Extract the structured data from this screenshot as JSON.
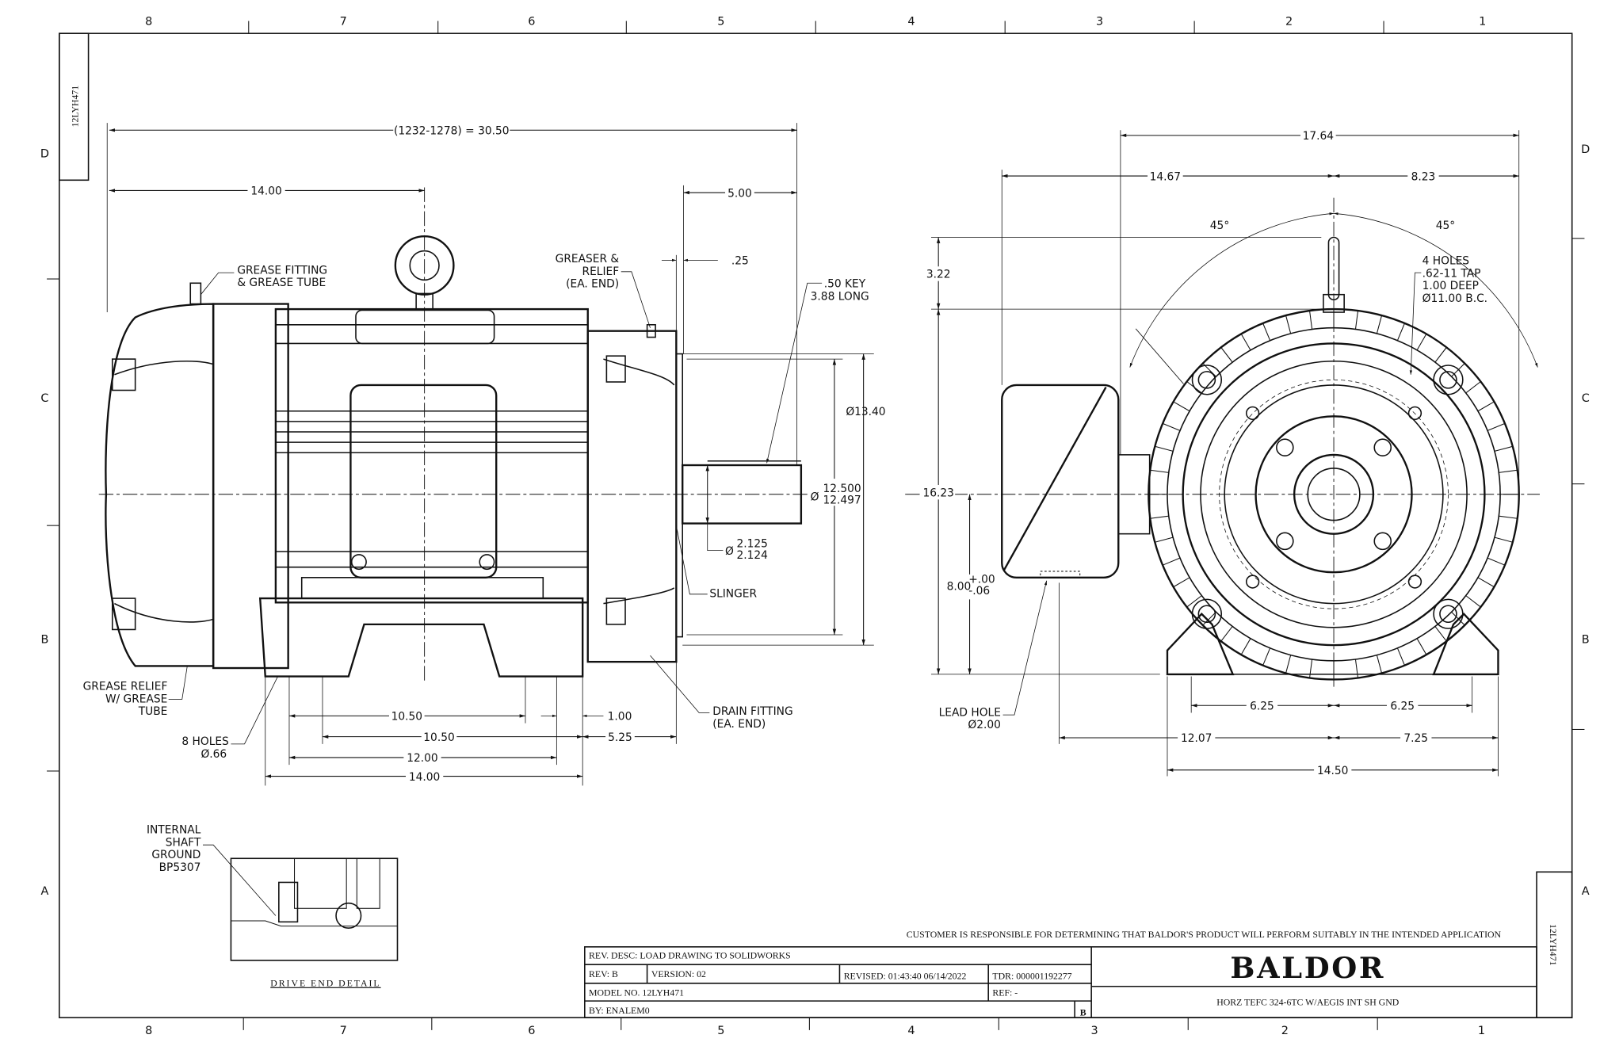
{
  "sheet": {
    "drawing_number": "12LYH471",
    "zones_top": [
      "8",
      "7",
      "6",
      "5",
      "4",
      "3",
      "2",
      "1"
    ],
    "zones_side": [
      "D",
      "C",
      "B",
      "A"
    ]
  },
  "side_view": {
    "overall_length": "(1232-1278) = 30.50",
    "dim_14_top": "14.00",
    "dim_5": "5.00",
    "dim_025": ".25",
    "key": [
      ".50 KEY",
      "3.88 LONG"
    ],
    "grease_fitting": [
      "GREASE FITTING",
      "& GREASE TUBE"
    ],
    "greaser": [
      "GREASER &",
      "RELIEF",
      "(EA. END)"
    ],
    "dia_1340": "Ø13.40",
    "dia_12500_hi": "12.500",
    "dia_12500_lo": "12.497",
    "dia_2125_hi": "2.125",
    "dia_2125_lo": "2.124",
    "dia_symbol": "Ø",
    "slinger": "SLINGER",
    "drain": [
      "DRAIN FITTING",
      "(EA. END)"
    ],
    "grease_relief": [
      "GREASE RELIEF",
      "W/ GREASE",
      "TUBE"
    ],
    "holes": [
      "8 HOLES",
      "Ø.66"
    ],
    "dim_1050a": "10.50",
    "dim_1050b": "10.50",
    "dim_1200": "12.00",
    "dim_1400": "14.00",
    "dim_100": "1.00",
    "dim_525": "5.25"
  },
  "end_view": {
    "dim_1764": "17.64",
    "dim_1467": "14.67",
    "dim_823": "8.23",
    "angle_left": "45°",
    "angle_right": "45°",
    "tap_holes": [
      "4 HOLES",
      ".62-11 TAP",
      "1.00 DEEP",
      "Ø11.00 B.C."
    ],
    "dim_322": "3.22",
    "dim_1623": "16.23",
    "dim_800": "8.00",
    "tol_plus": "+.00",
    "tol_minus": "-.06",
    "lead_hole": [
      "LEAD HOLE",
      "Ø2.00"
    ],
    "dim_625a": "6.25",
    "dim_625b": "6.25",
    "dim_1207": "12.07",
    "dim_725": "7.25",
    "dim_1450": "14.50"
  },
  "detail": {
    "callout": [
      "INTERNAL",
      "SHAFT",
      "GROUND",
      "BP5307"
    ],
    "title": "DRIVE END DETAIL"
  },
  "title_block": {
    "disclaimer": "CUSTOMER IS RESPONSIBLE FOR DETERMINING THAT BALDOR'S PRODUCT WILL PERFORM SUITABLY IN THE INTENDED APPLICATION",
    "rev_desc": "REV. DESC: LOAD DRAWING TO SOLIDWORKS",
    "rev": "REV:  B",
    "version": "VERSION:  02",
    "revised": "REVISED:  01:43:40 06/14/2022",
    "tdr": "TDR: 000001192277",
    "model": "MODEL NO.  12LYH471",
    "ref": "REF:  -",
    "by": "BY: ENALEM0",
    "size": "B",
    "brand": "BALDOR",
    "description": "HORZ TEFC 324-6TC W/AEGIS INT SH GND"
  }
}
